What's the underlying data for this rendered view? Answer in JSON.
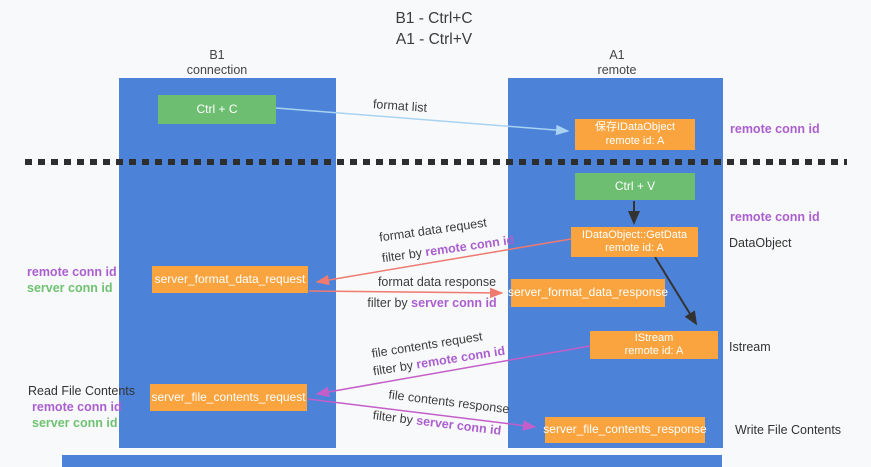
{
  "title": {
    "line1": "B1 - Ctrl+C",
    "line2": "A1 - Ctrl+V"
  },
  "lanes": {
    "left": {
      "title": "B1",
      "subtitle": "connection"
    },
    "right": {
      "title": "A1",
      "subtitle": "remote"
    }
  },
  "nodes": {
    "ctrl_c": {
      "label": "Ctrl + C"
    },
    "ctrl_v": {
      "label": "Ctrl + V"
    },
    "save_idataobject": {
      "line1": "保存IDataObject",
      "line2": "remote id: A"
    },
    "getdata": {
      "line1": "IDataObject::GetData",
      "line2": "remote id: A"
    },
    "istream": {
      "line1": "IStream",
      "line2": "remote id: A"
    },
    "format_request": {
      "label": "server_format_data_request"
    },
    "format_response": {
      "label": "server_format_data_response"
    },
    "file_request": {
      "label": "server_file_contents_request"
    },
    "file_response": {
      "label": "server_file_contents_response"
    }
  },
  "side_labels": {
    "remote_conn_id_top": "remote conn id",
    "remote_conn_id_mid": "remote conn id",
    "dataobject": "DataObject",
    "istream": "Istream",
    "read_file_contents": "Read File Contents",
    "write_file_contents": "Write File Contents",
    "left_top": {
      "remote": "remote conn id",
      "server": "server conn id"
    },
    "left_bottom": {
      "remote": "remote conn id",
      "server": "server conn id"
    }
  },
  "arrow_labels": {
    "format_list": "format list",
    "format_data_request": "format data request",
    "format_data_response": "format data response",
    "file_contents_request": "file contents request",
    "file_contents_response": "file contents response",
    "filter_by": "filter by",
    "remote_conn_id": "remote conn id",
    "server_conn_id": "server conn id"
  },
  "colors": {
    "lane_blue": "#4d82d9",
    "box_orange": "#f9a43f",
    "box_green": "#6dbe71",
    "arrow_lightblue": "#a8d3f2",
    "arrow_red": "#ee7a70",
    "arrow_magenta": "#c45ec9",
    "arrow_black": "#333333",
    "text_purple": "#ab5fcf",
    "text_green": "#6ec271"
  }
}
